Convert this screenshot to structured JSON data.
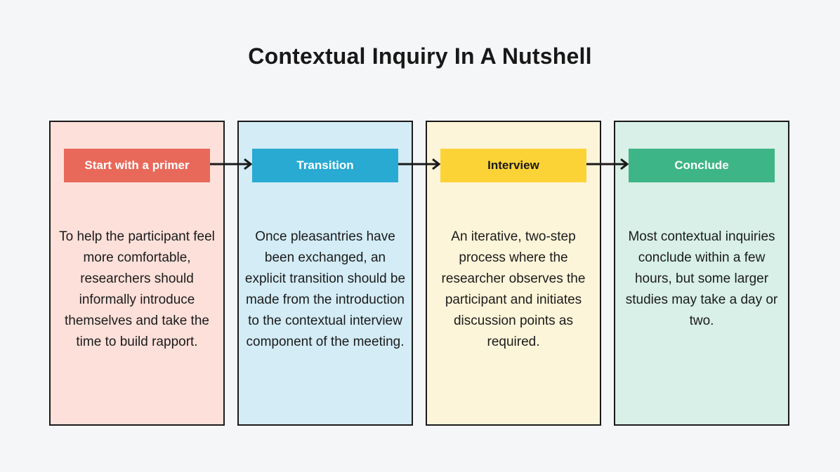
{
  "page": {
    "title": "Contextual Inquiry In A Nutshell",
    "background": "#f5f6f8",
    "border_color": "#1a1a1a",
    "connector_color": "#1a1a1a",
    "body_text_color": "#1b1b1b"
  },
  "steps": [
    {
      "label": "Start with a primer",
      "description": "To help the participant feel more comfortable, researchers should informally introduce themselves and take the time to build rapport.",
      "header_bg": "#e8695a",
      "header_text_color": "#ffffff",
      "card_bg": "#fde0da"
    },
    {
      "label": "Transition",
      "description": "Once pleasantries have been exchanged, an explicit transition should be made from the introduction to the contextual interview component of the meeting.",
      "header_bg": "#29aad3",
      "header_text_color": "#ffffff",
      "card_bg": "#d3ecf6"
    },
    {
      "label": "Interview",
      "description": "An iterative, two-step process where the researcher observes the participant and initiates discussion points as required.",
      "header_bg": "#fcd337",
      "header_text_color": "#1a1a1a",
      "card_bg": "#fdf5d9"
    },
    {
      "label": "Conclude",
      "description": "Most contextual inquiries conclude within a few hours, but some larger studies may take a day or two.",
      "header_bg": "#3eb586",
      "header_text_color": "#ffffff",
      "card_bg": "#d8f0e7"
    }
  ]
}
